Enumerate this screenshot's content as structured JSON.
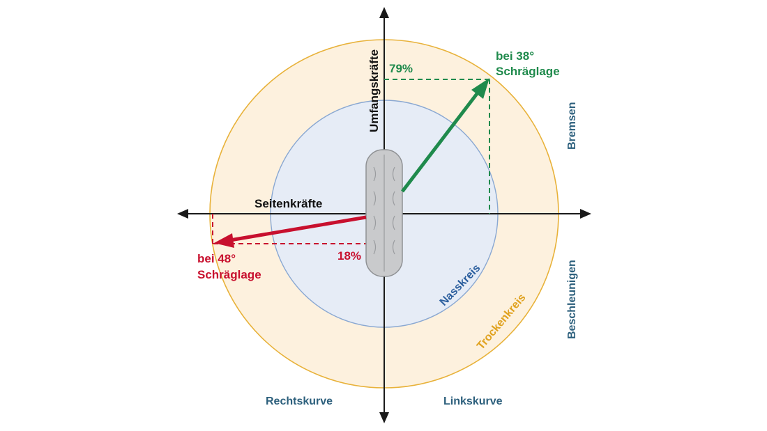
{
  "labels": {
    "vertical_axis": "Umfangskräfte",
    "horizontal_axis": "Seitenkräfte",
    "top_right_quadrant": "Bremsen",
    "bottom_right_quadrant": "Beschleunigen",
    "bottom_left_quadrant": "Rechtskurve",
    "bottom_right_bottom": "Linkskurve",
    "wet_circle": "Nasskreis",
    "dry_circle": "Trockenkreis"
  },
  "vectors": {
    "green": {
      "line1": "bei 38°",
      "line2": "Schräglage",
      "percent": "79%"
    },
    "red": {
      "line1": "bei 48°",
      "line2": "Schräglage",
      "percent": "18%"
    }
  },
  "colors": {
    "axis": "#1a1a1a",
    "dry_fill": "#fdf1de",
    "dry_stroke": "#e8b23a",
    "wet_fill": "#e6ecf6",
    "wet_stroke": "#8aa8d2",
    "green": "#1f8a4c",
    "red": "#c8102e",
    "label_blue": "#2c5f7c",
    "tire_fill": "#c9cacc",
    "tire_stroke": "#8f9194"
  },
  "icons": [
    "tire-icon"
  ]
}
